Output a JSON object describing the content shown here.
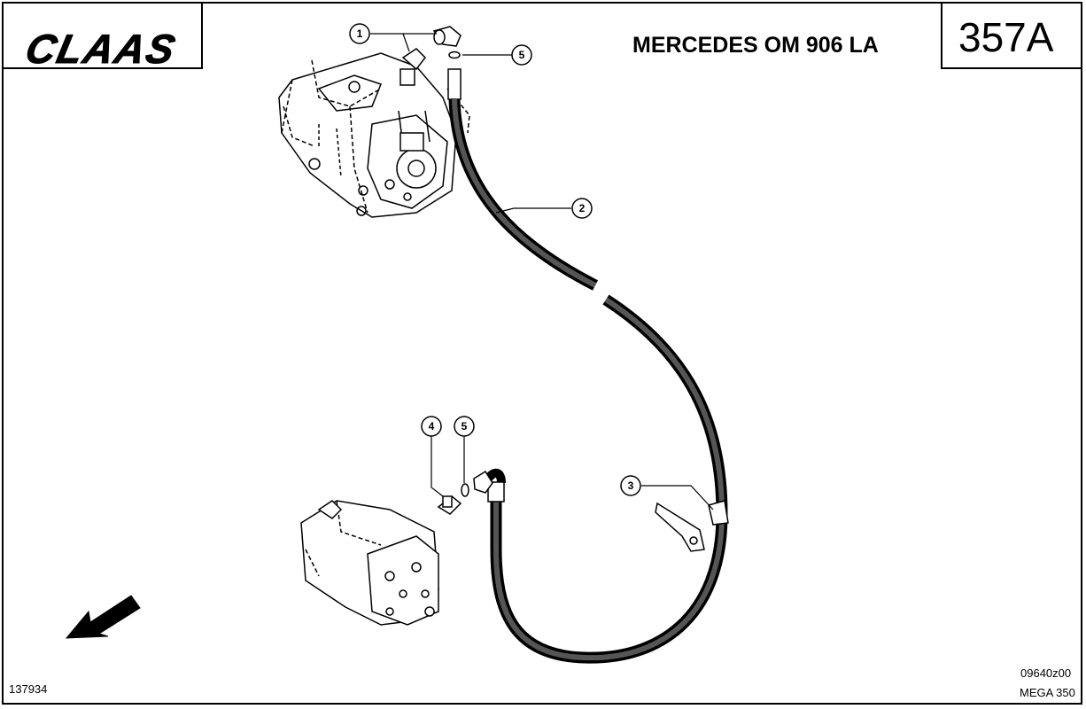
{
  "header": {
    "brand": "CLAAS",
    "title": "MERCEDES OM 906 LA",
    "page_number": "357A"
  },
  "callouts": [
    {
      "id": "callout-1",
      "label": "1"
    },
    {
      "id": "callout-5-top",
      "label": "5"
    },
    {
      "id": "callout-2",
      "label": "2"
    },
    {
      "id": "callout-3",
      "label": "3"
    },
    {
      "id": "callout-4",
      "label": "4"
    },
    {
      "id": "callout-5-bottom",
      "label": "5"
    }
  ],
  "footer": {
    "left_code": "137934",
    "doc_code": "09640z00",
    "model": "MEGA 350"
  }
}
